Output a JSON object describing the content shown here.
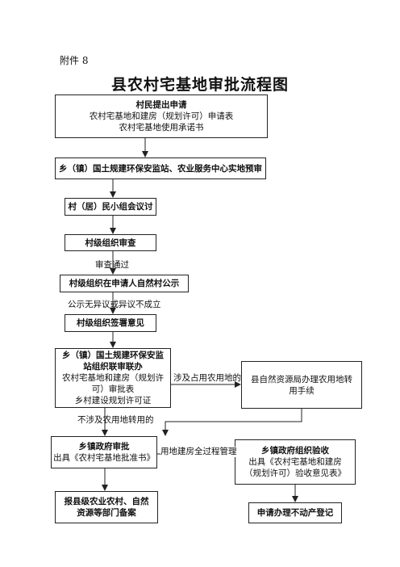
{
  "header": {
    "attachment": "附件 8",
    "title": "县农村宅基地审批流程图"
  },
  "boxes": {
    "apply": {
      "title": "村民提出申请",
      "lines": [
        "农村宅基地和建房（规划许可）申请表",
        "农村宅基地使用承诺书"
      ]
    },
    "township_precheck": {
      "title": "乡（镇）国土规建环保安监站、农业服务中心实地预审"
    },
    "village_discuss": {
      "title": "村（居）民小组会议讨"
    },
    "village_review": {
      "title": "村级组织审查"
    },
    "village_publicity": {
      "title": "村级组织在申请人自然村公示"
    },
    "village_sign": {
      "title": "村级组织签署意见"
    },
    "joint_review": {
      "title": "乡（镇）国土规建环保安监站组织联审联办",
      "lines": [
        "农村宅基地和建房（规划许可）审批表",
        "乡村建设规划许可证"
      ]
    },
    "county_resource": {
      "lines": [
        "县自然资源局办理农用地转用手续"
      ]
    },
    "township_approve": {
      "title": "乡镇政府审批",
      "lines": [
        "出具《农村宅基地批准书》"
      ]
    },
    "township_accept": {
      "title": "乡镇政府组织验收",
      "lines": [
        "出具《农村宅基地和建房（规划许可）验收意见表》"
      ]
    },
    "county_filing": {
      "title": "报县级农业农村、自然资源等部门备案"
    },
    "property_register": {
      "title": "申请办理不动产登记"
    }
  },
  "labels": {
    "review_passed": "审查通过",
    "publicity_ok": "公示无异议或异议不成立",
    "farmland_involved": "涉及占用农用地的",
    "farmland_not_involved": "不涉及农用地转用的",
    "full_process": "用地建房全过程管理"
  }
}
